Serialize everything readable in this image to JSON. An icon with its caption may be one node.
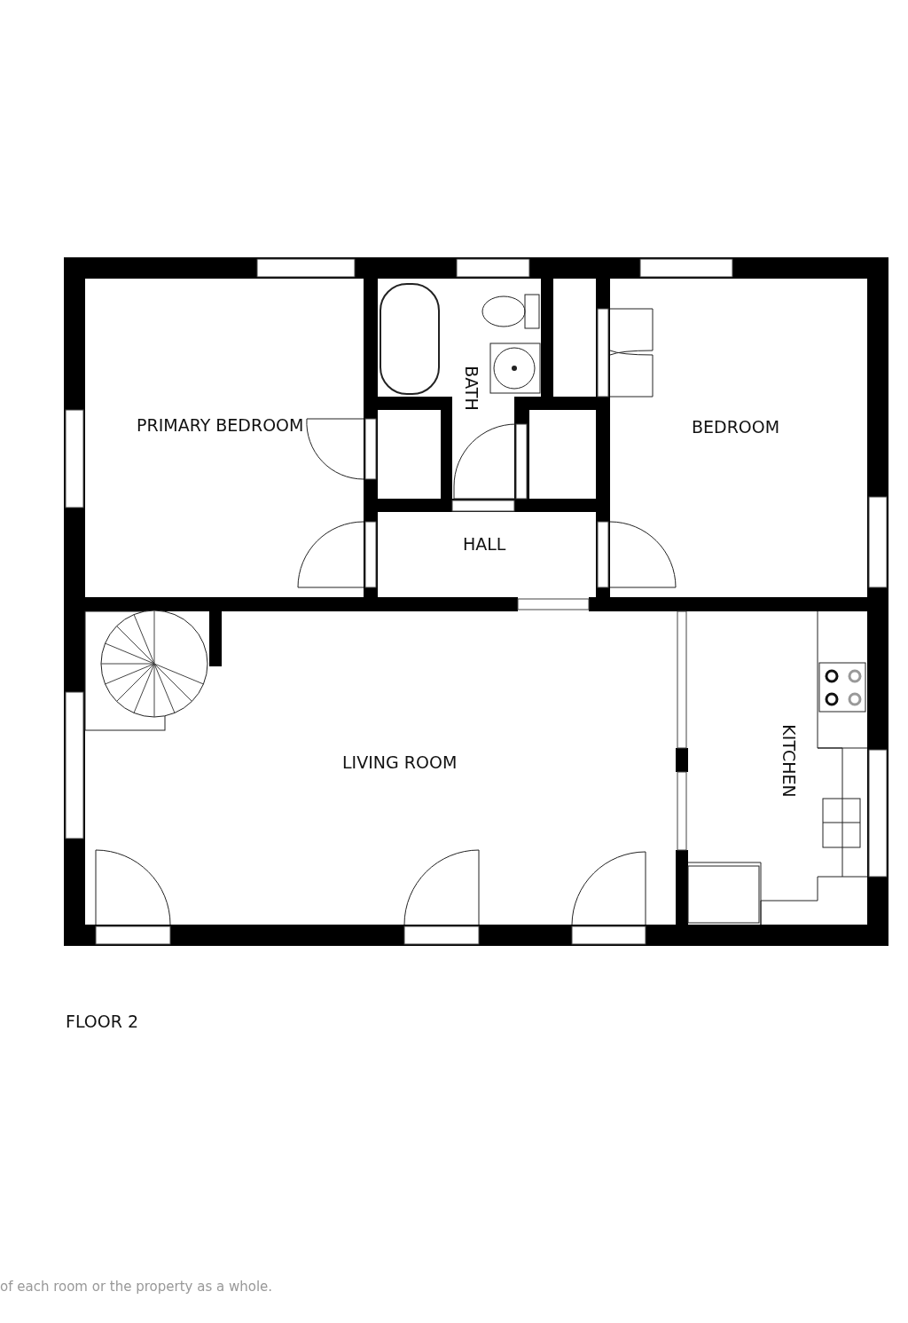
{
  "diagram": {
    "labels": [
      "PRIMARY BEDROOM",
      "BATH",
      "BEDROOM",
      "HALL",
      "LIVING ROOM",
      "KITCHEN",
      "FLOOR 2",
      "of each room or the property as a whole."
    ]
  }
}
